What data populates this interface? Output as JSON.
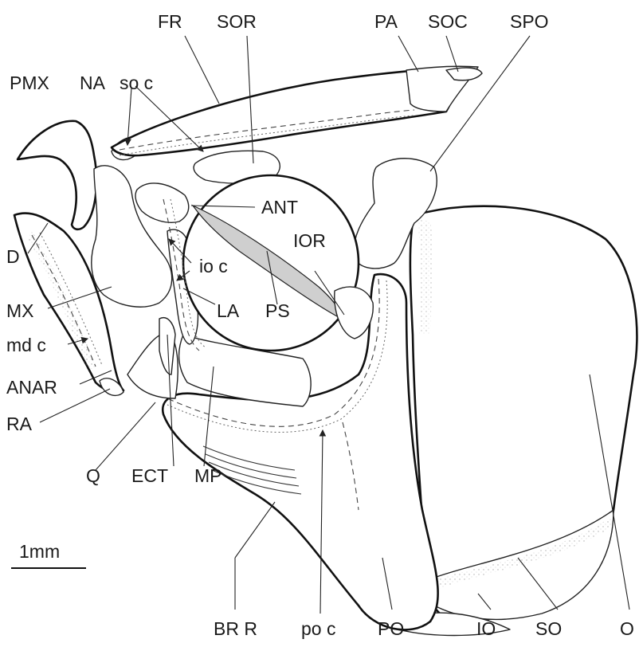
{
  "labels": {
    "fr": "FR",
    "sor": "SOR",
    "pa": "PA",
    "soc": "SOC",
    "spo": "SPO",
    "pmx": "PMX",
    "na": "NA",
    "so_c": "so c",
    "ant": "ANT",
    "ior": "IOR",
    "d": "D",
    "io_c": "io c",
    "mx": "MX",
    "la": "LA",
    "ps": "PS",
    "md_c": "md c",
    "anar": "ANAR",
    "ra": "RA",
    "q": "Q",
    "ect": "ECT",
    "mp": "MP",
    "scale": "1mm",
    "br_r": "BR R",
    "po_c": "po c",
    "po": "PO",
    "io": "IO",
    "so": "SO",
    "o": "O"
  }
}
